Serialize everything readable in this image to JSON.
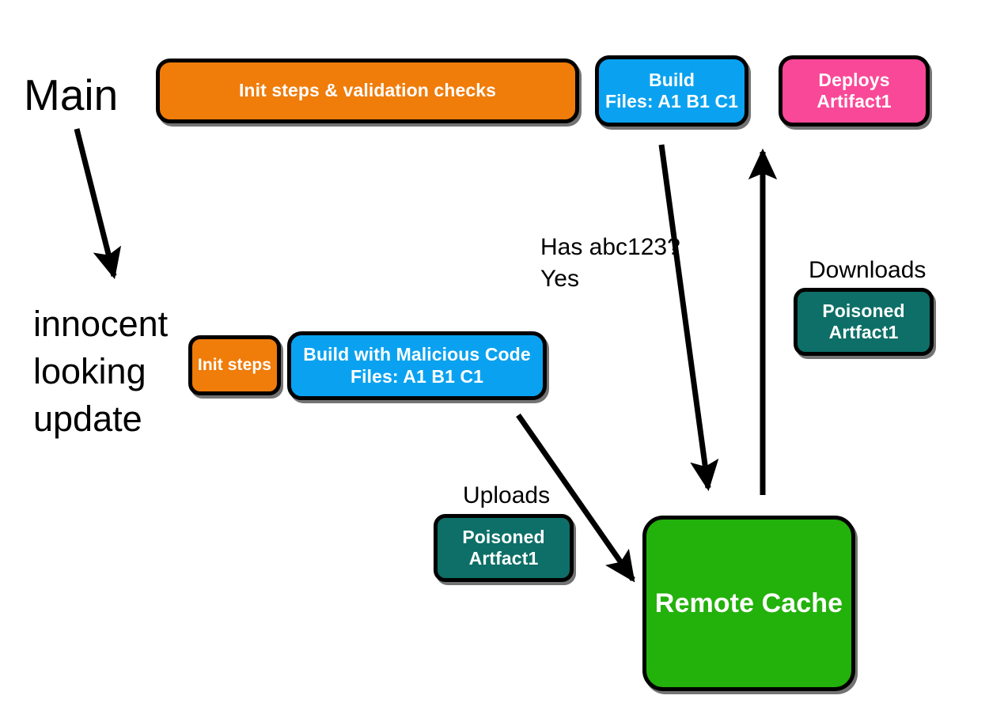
{
  "diagram": {
    "title": "Remote cache poisoning via malicious branch build",
    "background": "#ffffff"
  },
  "labels": {
    "main": "Main",
    "innocent_update": "innocent\nlooking\nupdate",
    "has_abc123": "Has abc123?\nYes",
    "downloads": "Downloads",
    "uploads": "Uploads"
  },
  "nodes": {
    "init_validation": {
      "lines": [
        "Init steps & validation checks"
      ],
      "color": "#f07c0a"
    },
    "build_top": {
      "lines": [
        "Build",
        "Files: A1  B1  C1"
      ],
      "color": "#0aa2f0"
    },
    "deploys": {
      "lines": [
        "Deploys",
        "Artifact1"
      ],
      "color": "#fa4898"
    },
    "init_steps": {
      "lines": [
        "Init steps"
      ],
      "color": "#f07c0a"
    },
    "build_malicious": {
      "lines": [
        "Build with Malicious Code",
        "Files: A1  B1  C1"
      ],
      "color": "#0aa2f0"
    },
    "poisoned_upload": {
      "lines": [
        "Poisoned",
        "Artfact1"
      ],
      "color": "#0d6f67"
    },
    "poisoned_download": {
      "lines": [
        "Poisoned",
        "Artfact1"
      ],
      "color": "#0d6f67"
    },
    "remote_cache": {
      "lines": [
        "Remote Cache"
      ],
      "color": "#23b10b"
    }
  },
  "arrows": [
    {
      "name": "main-to-innocent",
      "from": "Main",
      "to": "innocent looking update",
      "color": "#000000"
    },
    {
      "name": "build-to-remote-cache",
      "from": "Build",
      "to": "Remote Cache",
      "annotation": "Has abc123? Yes",
      "color": "#000000"
    },
    {
      "name": "remote-cache-to-deploys",
      "from": "Remote Cache",
      "to": "Deploys Artifact1",
      "annotation": "Downloads",
      "color": "#000000"
    },
    {
      "name": "malicious-build-to-remote-cache",
      "from": "Build with Malicious Code",
      "to": "Remote Cache",
      "annotation": "Uploads",
      "color": "#000000"
    }
  ],
  "colors": {
    "orange": "#f07c0a",
    "blue": "#0aa2f0",
    "pink": "#fa4898",
    "teal": "#0d6f67",
    "green": "#23b10b",
    "outline": "#000000",
    "text_on_node": "#ffffff",
    "text_plain": "#000000"
  }
}
